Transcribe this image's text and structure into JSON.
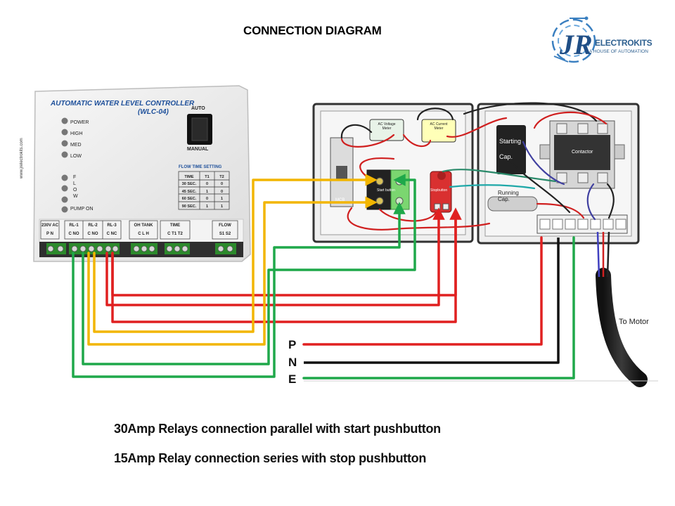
{
  "title": "CONNECTION DIAGRAM",
  "logo": {
    "mark": "JR",
    "brand": "ELECTROKITS",
    "tagline": "A HOUSE OF AUTOMATION"
  },
  "controller": {
    "heading_line1": "AUTOMATIC WATER LEVEL CONTROLLER",
    "heading_line2": "(WLC-04)",
    "indicators": [
      "POWER",
      "HIGH",
      "MED",
      "LOW"
    ],
    "flow_letters": [
      "F",
      "L",
      "O",
      "W"
    ],
    "pump_on": "PUMP ON",
    "website": "www.jrelectrokits.com",
    "switch_top": "AUTO",
    "switch_bottom": "MANUAL",
    "flow_table": {
      "title": "FLOW TIME SETTING",
      "headers": [
        "TIME",
        "T1",
        "T2"
      ],
      "rows": [
        [
          "30 SEC.",
          "0",
          "0"
        ],
        [
          "45 SEC.",
          "1",
          "0"
        ],
        [
          "60 SEC.",
          "0",
          "1"
        ],
        [
          "90 SEC.",
          "1",
          "1"
        ]
      ]
    },
    "terminal_groups": [
      {
        "label": "230V AC",
        "pins": "P  N"
      },
      {
        "label": "RL-1",
        "pins": "C  NO"
      },
      {
        "label": "RL-2",
        "pins": "C  NO"
      },
      {
        "label": "RL-3",
        "pins": "C  NC"
      },
      {
        "label": "OH TANK",
        "pins": "C  L  H"
      },
      {
        "label": "TIME",
        "pins": "C  T1  T2"
      },
      {
        "label": "FLOW",
        "pins": "S1  S2"
      }
    ]
  },
  "panel": {
    "mcb": "MCB",
    "voltage_meter_line1": "AC Voltage",
    "voltage_meter_line2": "Meter",
    "current_meter_line1": "AC Current",
    "current_meter_line2": "Meter",
    "start_button": "Start button",
    "stop_button": "Stopbutton",
    "starting_cap_line1": "Starting",
    "starting_cap_line2": "Cap.",
    "contactor": "Contactor",
    "running_cap_line1": "Running",
    "running_cap_line2": "Cap.",
    "to_motor": "To Motor"
  },
  "supply": {
    "p": "P",
    "n": "N",
    "e": "E"
  },
  "notes": {
    "line1": "30Amp Relays connection parallel with start pushbutton",
    "line2": "15Amp Relay connection series with stop pushbutton"
  },
  "colors": {
    "red": "#e02020",
    "yellow": "#f2b500",
    "green": "#1fa84a",
    "black": "#111111",
    "panel_gray": "#e9e9e9"
  }
}
